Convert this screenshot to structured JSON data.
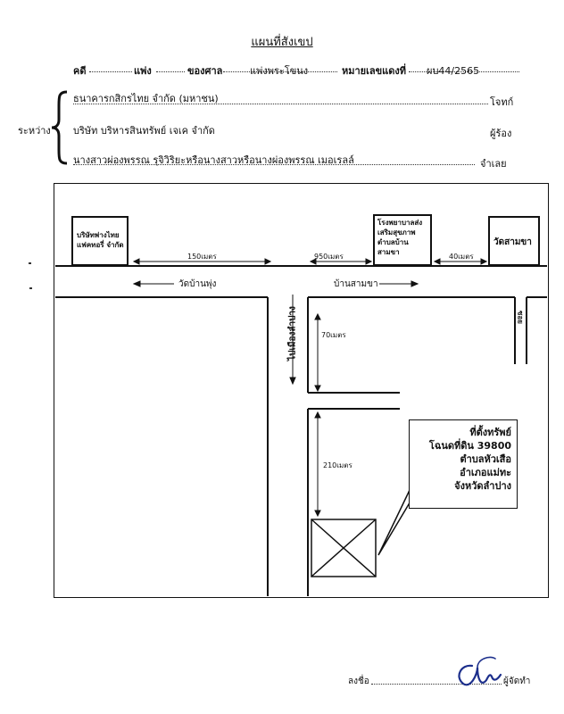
{
  "header": {
    "title": "แผนที่สังเขป",
    "case_label": "คดี",
    "civil_label": "แพ่ง",
    "court_label": "ของศาล",
    "court_name": "แพ่งพระโขนง",
    "red_case_label": "หมายเลขแดงที่",
    "red_case_number": "ผบ44/2565"
  },
  "parties": {
    "between_label": "ระหว่าง",
    "plaintiff_name": "ธนาคารกสิกรไทย จำกัด (มหาชน)",
    "plaintiff_role": "โจทก์",
    "petitioner_name": "บริษัท บริหารสินทรัพย์ เจเค จำกัด",
    "petitioner_role": "ผู้ร้อง",
    "defendant_name": "นางสาวผ่องพรรณ รุจิวิริยะหรือนางสาวหรือนางผ่องพรรณ เมอเรลล์",
    "defendant_role": "จำเลย"
  },
  "map": {
    "building_factory": "บริษัทพ่างไทย แฟคทอรี่ จำกัด",
    "building_hospital": "โรงพยาบาลส่งเสริมสุขภาพตำบลบ้านสามขา",
    "building_temple": "วัดสามขา",
    "dist_150": "150เมตร",
    "dist_950": "950เมตร",
    "dist_40": "40เมตร",
    "dir_west": "วัดบ้านพุ่ง",
    "dir_east": "บ้านสามขา",
    "dir_south": "ไปเมืองลำปาง",
    "soi_label": "ซอย",
    "dist_70": "70เมตร",
    "dist_210": "210เมตร",
    "callout_title": "ที่ตั้งทรัพย์",
    "callout_deed": "โฉนดที่ดิน 39800",
    "callout_subdistrict": "ตำบลหัวเสือ",
    "callout_district": "อำเภอแม่ทะ",
    "callout_province": "จังหวัดลำปาง"
  },
  "footer": {
    "sign_label": "ลงชื่อ",
    "maker_label": "ผู้จัดทำ"
  }
}
